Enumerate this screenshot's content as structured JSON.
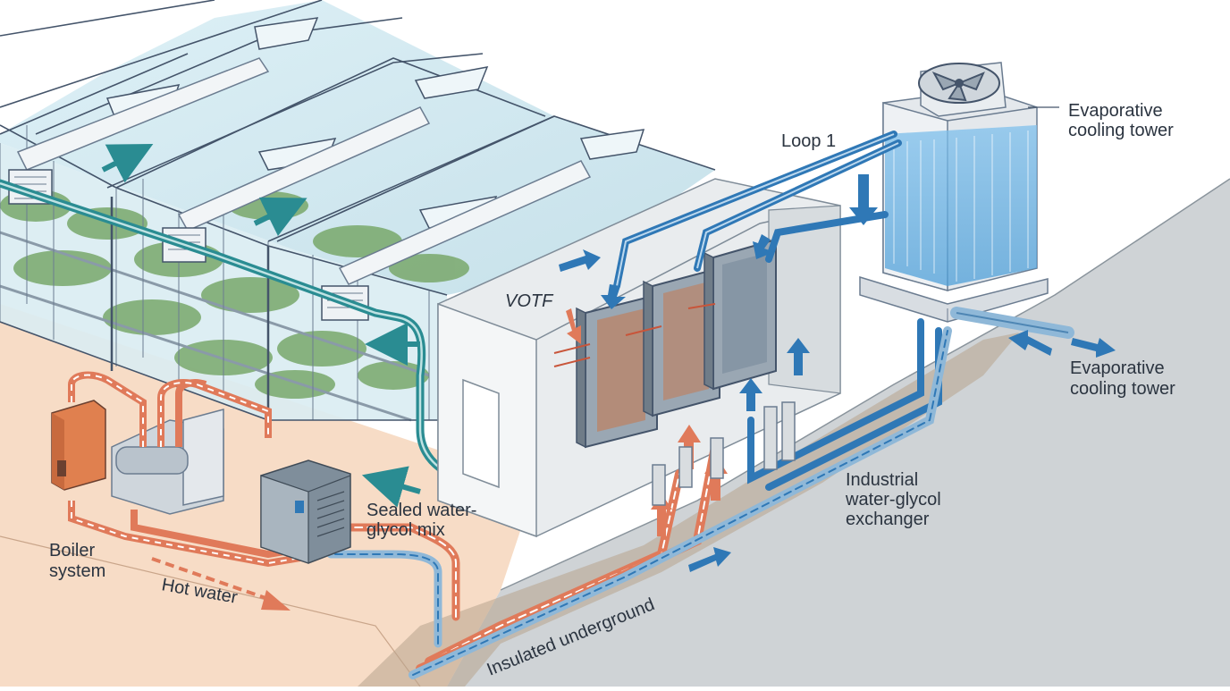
{
  "labels": {
    "cooling_tower_top": [
      "Evaporative",
      "cooling tower"
    ],
    "cooling_tower_right": [
      "Evaporative",
      "cooling tower"
    ],
    "loop": "Loop 1",
    "votf": "VOTF",
    "exchanger": [
      "Industrial",
      "water-glycol",
      "exchanger"
    ],
    "glycol_mix": [
      "Sealed water-",
      "glycol mix"
    ],
    "boiler": [
      "Boiler",
      "system"
    ],
    "hot_water": "Hot water",
    "underground": "Insulated underground"
  },
  "colors": {
    "background": "#ffffff",
    "ground": "#cfd3d6",
    "floor": "#f7dcc6",
    "glass": "#cfe6ee",
    "frame": "#44546a",
    "plants": "#79a86b",
    "teal_pipe": "#2a8c92",
    "blue_pipe": "#2f78b6",
    "hot_pipe": "#e07a5a",
    "cold_pipe": "#8fb8d8",
    "boiler": "#e0804f",
    "tower": "#e4e8ec",
    "tower_water": "#6fb4e6",
    "building": "#e9ecee"
  },
  "icons": [
    "fan-icon",
    "flow-arrow-icon",
    "vent-icon",
    "heat-exchanger-plate-icon"
  ]
}
